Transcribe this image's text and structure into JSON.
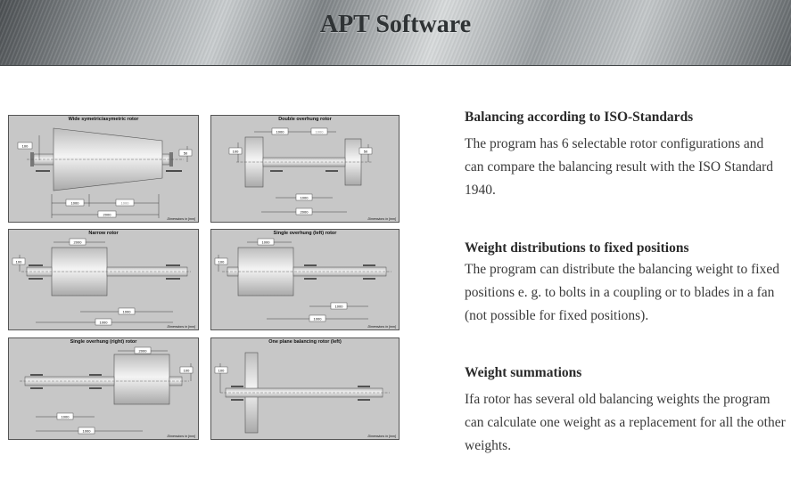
{
  "header": {
    "title": "APT Software"
  },
  "diagrams": [
    {
      "title": "Wide symetric/asymetric rotor",
      "note": "Dimensions in [mm]",
      "dims": [
        "100",
        "50",
        "1000",
        "1000",
        "2000"
      ]
    },
    {
      "title": "Double overhung rotor",
      "note": "Dimensions in [mm]",
      "dims": [
        "1000",
        "1000",
        "100",
        "50",
        "1000",
        "2000"
      ]
    },
    {
      "title": "Narrow rotor",
      "note": "Dimensions in [mm]",
      "dims": [
        "2000",
        "100",
        "1000",
        "1000"
      ]
    },
    {
      "title": "Single overhung (left) rotor",
      "note": "Dimensions in [mm]",
      "dims": [
        "1000",
        "100",
        "1000",
        "1000"
      ]
    },
    {
      "title": "Single overhung (right) rotor",
      "note": "Dimensions in [mm]",
      "dims": [
        "2000",
        "100",
        "1000",
        "1000"
      ]
    },
    {
      "title": "One plane balancing rotor (left)",
      "note": "Dimensions in [mm]",
      "dims": [
        "100"
      ]
    }
  ],
  "sections": [
    {
      "heading": "Balancing according to ISO-Standards",
      "body": "The program has 6 selectable rotor configurations and can compare the balancing result with the ISO Standard 1940."
    },
    {
      "heading": "Weight distributions to fixed positions",
      "body": "The program can distribute the balancing weight to fixed positions e. g. to bolts in a coupling or to blades in a fan (not possible for fixed positions)."
    },
    {
      "heading": "Weight summations",
      "body": "Ifa rotor has several old balancing weights the program can calculate one weight as a replacement for all the other weights."
    }
  ],
  "colors": {
    "diagram_bg": "#c7c7c7",
    "rotor_body": "#e4e4e4",
    "text": "#3a3a3a"
  }
}
